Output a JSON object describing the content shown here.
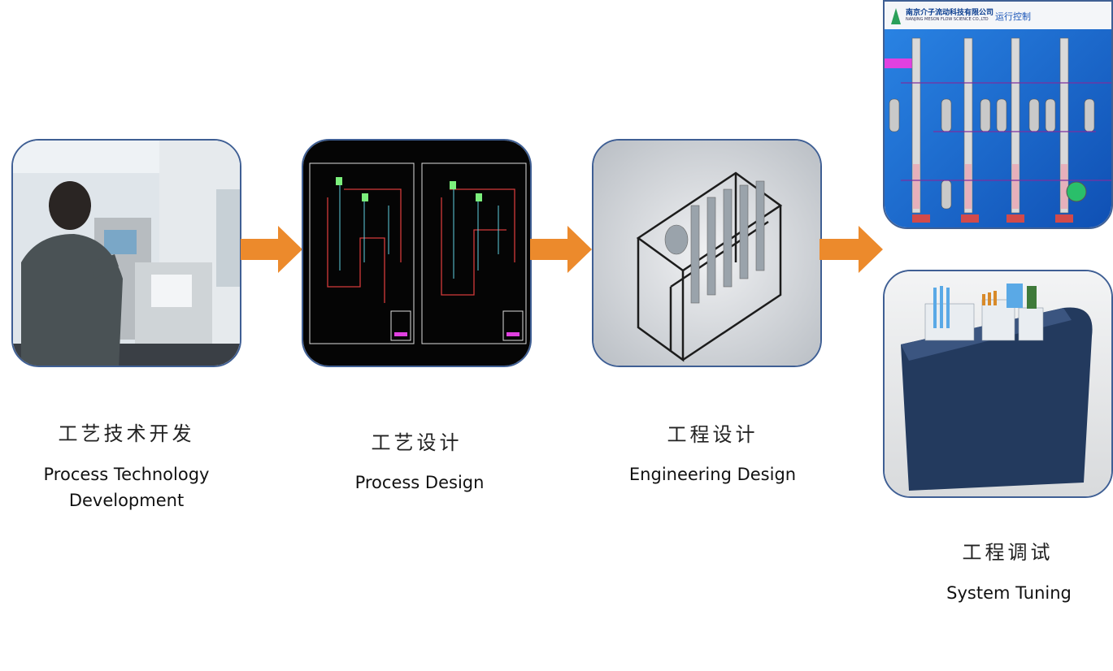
{
  "stages": [
    {
      "cn": "工艺技术开发",
      "en_line1": "Process Technology",
      "en_line2": "Development",
      "image": "lab-operator-photo"
    },
    {
      "cn": "工艺设计",
      "en": "Process Design",
      "image": "process-flow-drawing"
    },
    {
      "cn": "工程设计",
      "en": "Engineering Design",
      "image": "skid-3d-model"
    },
    {
      "cn": "工程调试",
      "en": "System Tuning",
      "image": "system-render"
    }
  ],
  "control_screen": {
    "company": "南京介子流动科技有限公司",
    "company_en": "NANJING MESON FLOW SCIENCE CO.,LTD",
    "title": "运行控制"
  },
  "colors": {
    "arrow": "#ec8a2c",
    "frame": "#3f5f94",
    "hmi_bg": "#1d6fd0"
  }
}
